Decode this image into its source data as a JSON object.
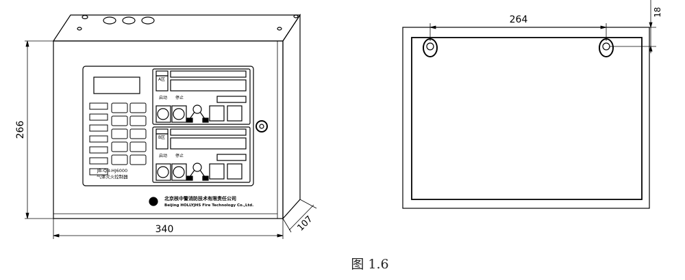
{
  "front_view": {
    "dim_height": "266",
    "dim_width": "340",
    "dim_depth": "107",
    "model": "JB-QB-HJ6000",
    "product_name": "气体灭火控制器",
    "zone_a": "A区",
    "zone_b": "B区",
    "start_label": "启动",
    "stop_label": "停止",
    "company_cn": "北京核中警消防技术有限责任公司",
    "company_en": "Beijing HOLLYJHS Fire Technology Co.,Ltd."
  },
  "rear_view": {
    "dim_hole_spacing": "264",
    "dim_hole_offset": "18"
  },
  "caption": "图 1.6"
}
